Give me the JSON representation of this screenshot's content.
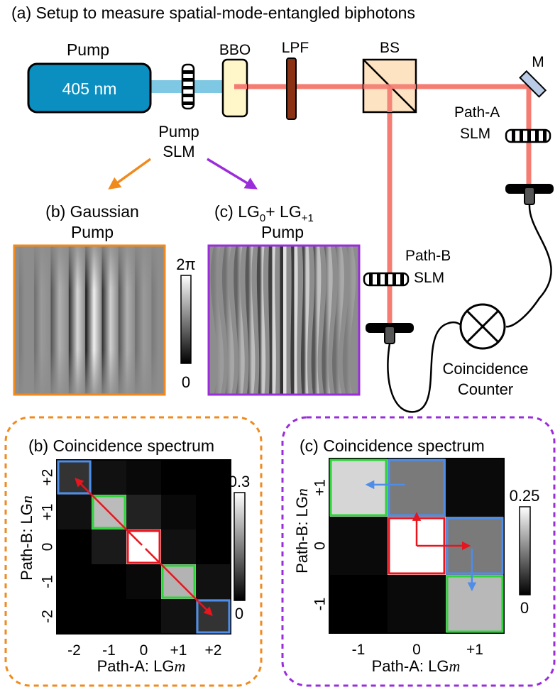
{
  "setup": {
    "title": "(a) Setup to measure spatial-mode-entangled biphotons",
    "pump_label": "Pump",
    "pump_wavelength": "405 nm",
    "bbo_label": "BBO",
    "lpf_label": "LPF",
    "bs_label": "BS",
    "mirror_label": "M",
    "pump_slm_line1": "Pump",
    "pump_slm_line2": "SLM",
    "path_a_line1": "Path-A",
    "path_a_line2": "SLM",
    "path_b_line1": "Path-B",
    "path_b_line2": "SLM",
    "counter_line1": "Coincidence",
    "counter_line2": "Counter",
    "colors": {
      "pump_laser": "#0b8fc0",
      "pump_beam": "#7ec8e3",
      "photon_beam": "#f47c72",
      "bbo_crystal": "#fff6c9",
      "lpf_filter": "#8b3214",
      "beamsplitter": "#fde3c2",
      "mirror": "#b9cbe6",
      "gaussian": "#f08a1c",
      "lg_superposition": "#9a2cdb"
    }
  },
  "holograms": {
    "gaussian_line1": "(b) Gaussian",
    "gaussian_line2": "Pump",
    "lg_line1_prefix": "(c) LG",
    "lg_sub0": "0",
    "lg_plus": "+ LG",
    "lg_sub1": "+1",
    "lg_line2": "Pump",
    "colorbar_max": "2π",
    "colorbar_min": "0"
  },
  "chart_data": [
    {
      "type": "heatmap",
      "title": "(b) Coincidence spectrum",
      "xlabel_prefix": "Path-A: LG",
      "xlabel_var": "m",
      "ylabel_prefix": "Path-B: LG",
      "ylabel_var": "n",
      "x_ticks": [
        "-2",
        "-1",
        "0",
        "+1",
        "+2"
      ],
      "y_ticks": [
        "+2",
        "+1",
        "0",
        "-1",
        "-2"
      ],
      "colorbar_range": [
        0,
        0.3
      ],
      "colorbar_labels": [
        "0.3",
        "0"
      ],
      "values": [
        [
          0.06,
          0.02,
          0.01,
          0.0,
          0.0
        ],
        [
          0.02,
          0.22,
          0.04,
          0.01,
          0.0
        ],
        [
          0.0,
          0.03,
          0.3,
          0.02,
          0.0
        ],
        [
          0.0,
          0.0,
          0.01,
          0.21,
          0.02
        ],
        [
          0.0,
          0.0,
          0.0,
          0.02,
          0.06
        ]
      ]
    },
    {
      "type": "heatmap",
      "title": "(c) Coincidence spectrum",
      "xlabel_prefix": "Path-A: LG",
      "xlabel_var": "m",
      "ylabel_prefix": "Path-B: LG",
      "ylabel_var": "n",
      "x_ticks": [
        "-1",
        "0",
        "+1"
      ],
      "y_ticks": [
        "+1",
        "0",
        "-1"
      ],
      "colorbar_range": [
        0,
        0.25
      ],
      "colorbar_labels": [
        "0.25",
        "0"
      ],
      "values": [
        [
          0.21,
          0.12,
          0.01
        ],
        [
          0.01,
          0.25,
          0.12
        ],
        [
          0.0,
          0.01,
          0.18
        ]
      ]
    }
  ]
}
